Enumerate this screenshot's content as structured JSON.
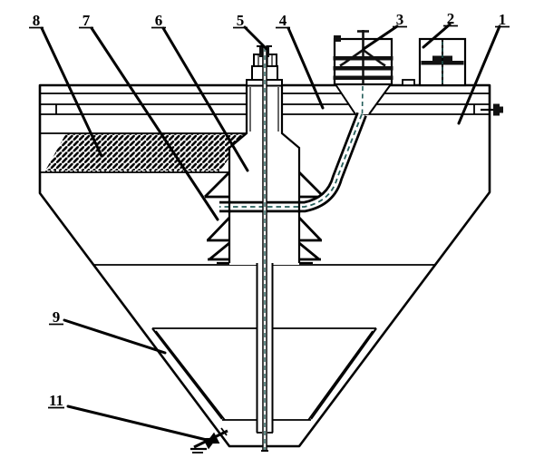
{
  "figure": {
    "type": "patent-technical-drawing",
    "description": "Cross-section line drawing of a conical settling tank (thickener) with center shaft, curved feed pipe, feedwell with deflector cones, hatched cover section, inner cone and bottom discharge valve",
    "background_color": "#ffffff",
    "line_color": "#000000",
    "dash_color": "#235d59"
  },
  "callouts": [
    {
      "id": "label-8",
      "text": "8"
    },
    {
      "id": "label-7",
      "text": "7"
    },
    {
      "id": "label-6",
      "text": "6"
    },
    {
      "id": "label-5",
      "text": "5"
    },
    {
      "id": "label-4",
      "text": "4"
    },
    {
      "id": "label-3",
      "text": "3"
    },
    {
      "id": "label-2",
      "text": "2"
    },
    {
      "id": "label-1",
      "text": "1"
    },
    {
      "id": "label-9",
      "text": "9"
    },
    {
      "id": "label-11",
      "text": "11"
    }
  ]
}
